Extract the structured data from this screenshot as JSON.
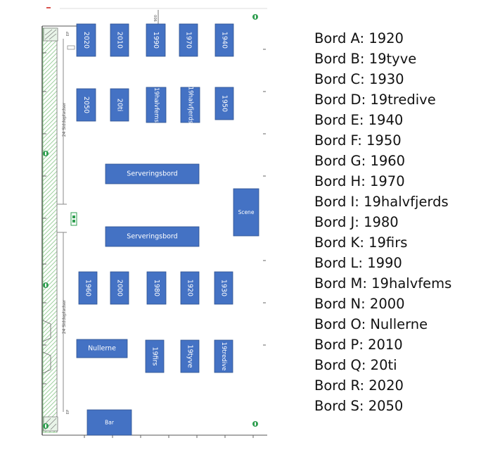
{
  "floor_plan": {
    "wall_label_top": "24 Siddepladser",
    "wall_label_bottom": "24 Siddepladser",
    "door_label_top": "EP",
    "door_label_bottom": "EP",
    "top_marker": "900",
    "colors": {
      "table_fill": "#4472c4",
      "table_stroke": "#2f528f",
      "table_text": "#ffffff",
      "wall_green": "#5cb85c",
      "hatch_green": "#9fd29f",
      "dot_green": "#2e9e4f"
    },
    "tables": [
      {
        "label": "2020",
        "orientation": "vertical"
      },
      {
        "label": "2010",
        "orientation": "vertical"
      },
      {
        "label": "1990",
        "orientation": "vertical"
      },
      {
        "label": "1970",
        "orientation": "vertical"
      },
      {
        "label": "1940",
        "orientation": "vertical"
      },
      {
        "label": "2050",
        "orientation": "vertical"
      },
      {
        "label": "20ti",
        "orientation": "vertical"
      },
      {
        "label": "19halvfems",
        "orientation": "vertical"
      },
      {
        "label": "19halvfjerds",
        "orientation": "vertical"
      },
      {
        "label": "1950",
        "orientation": "vertical"
      },
      {
        "label": "Serveringsbord",
        "orientation": "horizontal"
      },
      {
        "label": "Scene",
        "orientation": "horizontal"
      },
      {
        "label": "Serveringsbord",
        "orientation": "horizontal"
      },
      {
        "label": "1960",
        "orientation": "vertical"
      },
      {
        "label": "2000",
        "orientation": "vertical"
      },
      {
        "label": "1980",
        "orientation": "vertical"
      },
      {
        "label": "1920",
        "orientation": "vertical"
      },
      {
        "label": "1930",
        "orientation": "vertical"
      },
      {
        "label": "Nullerne",
        "orientation": "horizontal"
      },
      {
        "label": "19firs",
        "orientation": "vertical"
      },
      {
        "label": "19tyve",
        "orientation": "vertical"
      },
      {
        "label": "19tredive",
        "orientation": "vertical"
      },
      {
        "label": "Bar",
        "orientation": "horizontal"
      }
    ]
  },
  "legend": [
    "Bord A: 1920",
    "Bord B: 19tyve",
    "Bord C: 1930",
    "Bord D: 19tredive",
    "Bord E: 1940",
    "Bord F: 1950",
    "Bord G: 1960",
    "Bord H: 1970",
    "Bord I: 19halvfjerds",
    "Bord J: 1980",
    "Bord K: 19firs",
    "Bord L: 1990",
    "Bord M: 19halvfems",
    "Bord N: 2000",
    "Bord O: Nullerne",
    "Bord P: 2010",
    "Bord Q: 20ti",
    "Bord R: 2020",
    "Bord S: 2050"
  ]
}
